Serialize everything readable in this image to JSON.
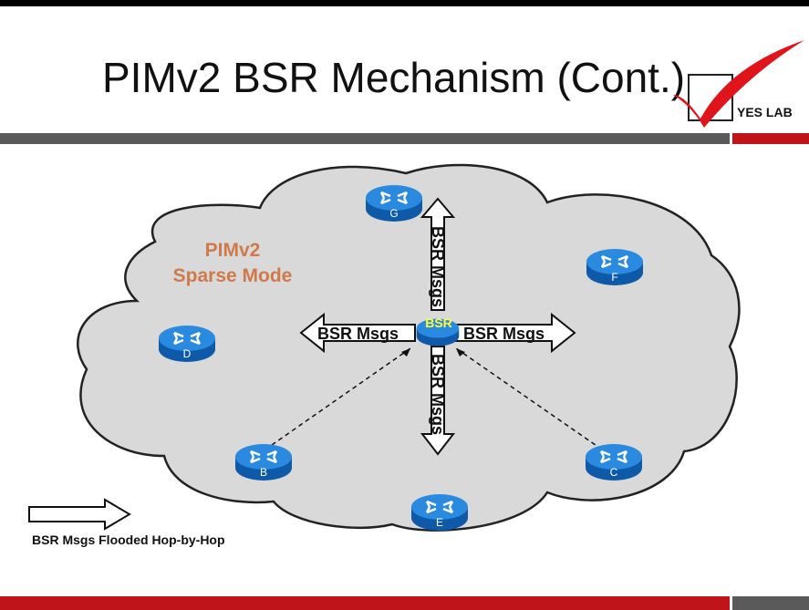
{
  "slide": {
    "title": "PIMv2 BSR Mechanism (Cont.)",
    "logo_text": "YES LAB"
  },
  "diagram": {
    "cloud_label_line1": "PIMv2",
    "cloud_label_line2": "Sparse Mode",
    "bsr_label": "BSR",
    "msg_left": "BSR Msgs",
    "msg_right": "BSR Msgs",
    "msg_up": "BSR Msgs",
    "msg_down": "BSR Msgs",
    "routers": {
      "g": "G",
      "f": "F",
      "d": "D",
      "b": "B",
      "c": "C",
      "e": "E"
    }
  },
  "legend": {
    "text": "BSR Msgs Flooded Hop-by-Hop"
  },
  "colors": {
    "accent_red": "#c0141b",
    "band_gray": "#5a5a5a",
    "router_blue": "#1e7fd6",
    "cloud_fill": "#d9d9d9"
  }
}
